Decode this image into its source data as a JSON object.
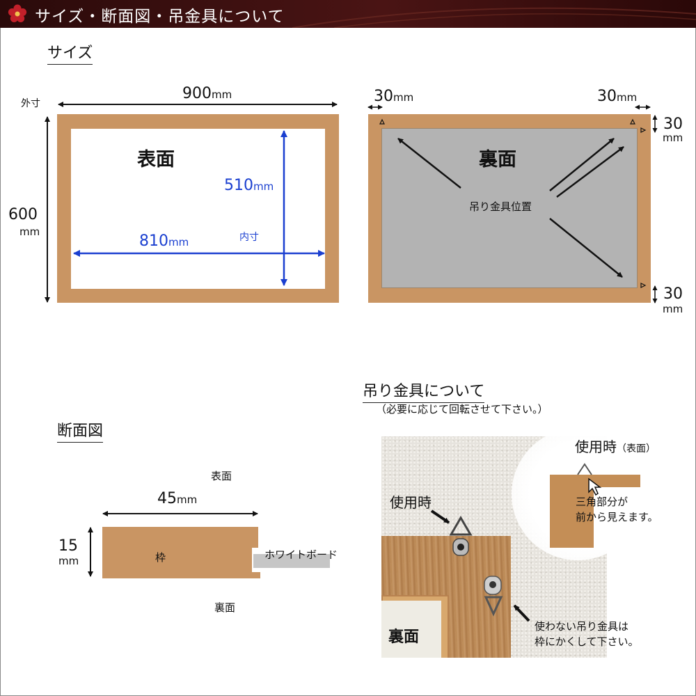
{
  "header": {
    "title": "サイズ・断面図・吊金具について",
    "logo_icon": "plum-flower-icon"
  },
  "size_section": {
    "title": "サイズ",
    "outer_label": "外寸",
    "inner_label": "内寸",
    "outer_width": {
      "value": "900",
      "unit": "mm"
    },
    "outer_height": {
      "value": "600",
      "unit": "mm"
    },
    "inner_width": {
      "value": "810",
      "unit": "mm"
    },
    "inner_height": {
      "value": "510",
      "unit": "mm"
    },
    "front_label": "表面",
    "back_label": "裏面",
    "hanger_position_label": "吊り金具位置",
    "offset_left": {
      "value": "30",
      "unit": "mm"
    },
    "offset_right": {
      "value": "30",
      "unit": "mm"
    },
    "offset_top": {
      "value": "30",
      "unit": "mm"
    },
    "offset_bottom": {
      "value": "30",
      "unit": "mm"
    }
  },
  "cross_section": {
    "title": "断面図",
    "front_label": "表面",
    "back_label": "裏面",
    "width": {
      "value": "45",
      "unit": "mm"
    },
    "depth": {
      "value": "15",
      "unit": "mm"
    },
    "frame_label": "枠",
    "board_label": "ホワイトボード"
  },
  "hanger_section": {
    "title": "吊り金具について",
    "note": "（必要に応じて回転させて下さい。）",
    "in_use_label": "使用時",
    "in_use_front_label": "使用時",
    "in_use_front_sub": "（表面）",
    "triangle_note_line1": "三角部分が",
    "triangle_note_line2": "前から見えます。",
    "back_label": "裏面",
    "unused_note_line1": "使わない吊り金具は",
    "unused_note_line2": "枠にかくして下さい。"
  },
  "colors": {
    "frame": "#c99563",
    "backing": "#b3b3b3",
    "inner_dimension": "#1a3fd0",
    "header": "#3a0e0e"
  }
}
